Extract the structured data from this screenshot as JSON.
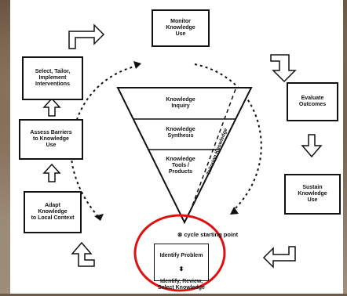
{
  "boxes": {
    "monitor": "Monitor\nKnowledge\nUse",
    "evaluate": "Evaluate\nOutcomes",
    "sustain": "Sustain\nKnowledge\nUse",
    "select": "Select, Tailor,\nImplement\nInterventions",
    "assess": "Assess Barriers\nto Knowledge\nUse",
    "adapt": "Adapt\nKnowledge\nto Local Context"
  },
  "funnel": {
    "inquiry": "Knowledge\nInquiry",
    "synthesis": "Knowledge\nSynthesis",
    "tools": "Knowledge\nTools /\nProducts",
    "tailoring": "Tailoring Knowledge"
  },
  "start": {
    "cycle_point": "⊗ cycle starting point",
    "identify_problem": "Identify Problem",
    "arrow": "⬍",
    "identify_review": "Identify, Review,\nSelect Knowledge"
  },
  "colors": {
    "highlight": "#e01010",
    "line": "#111111"
  }
}
